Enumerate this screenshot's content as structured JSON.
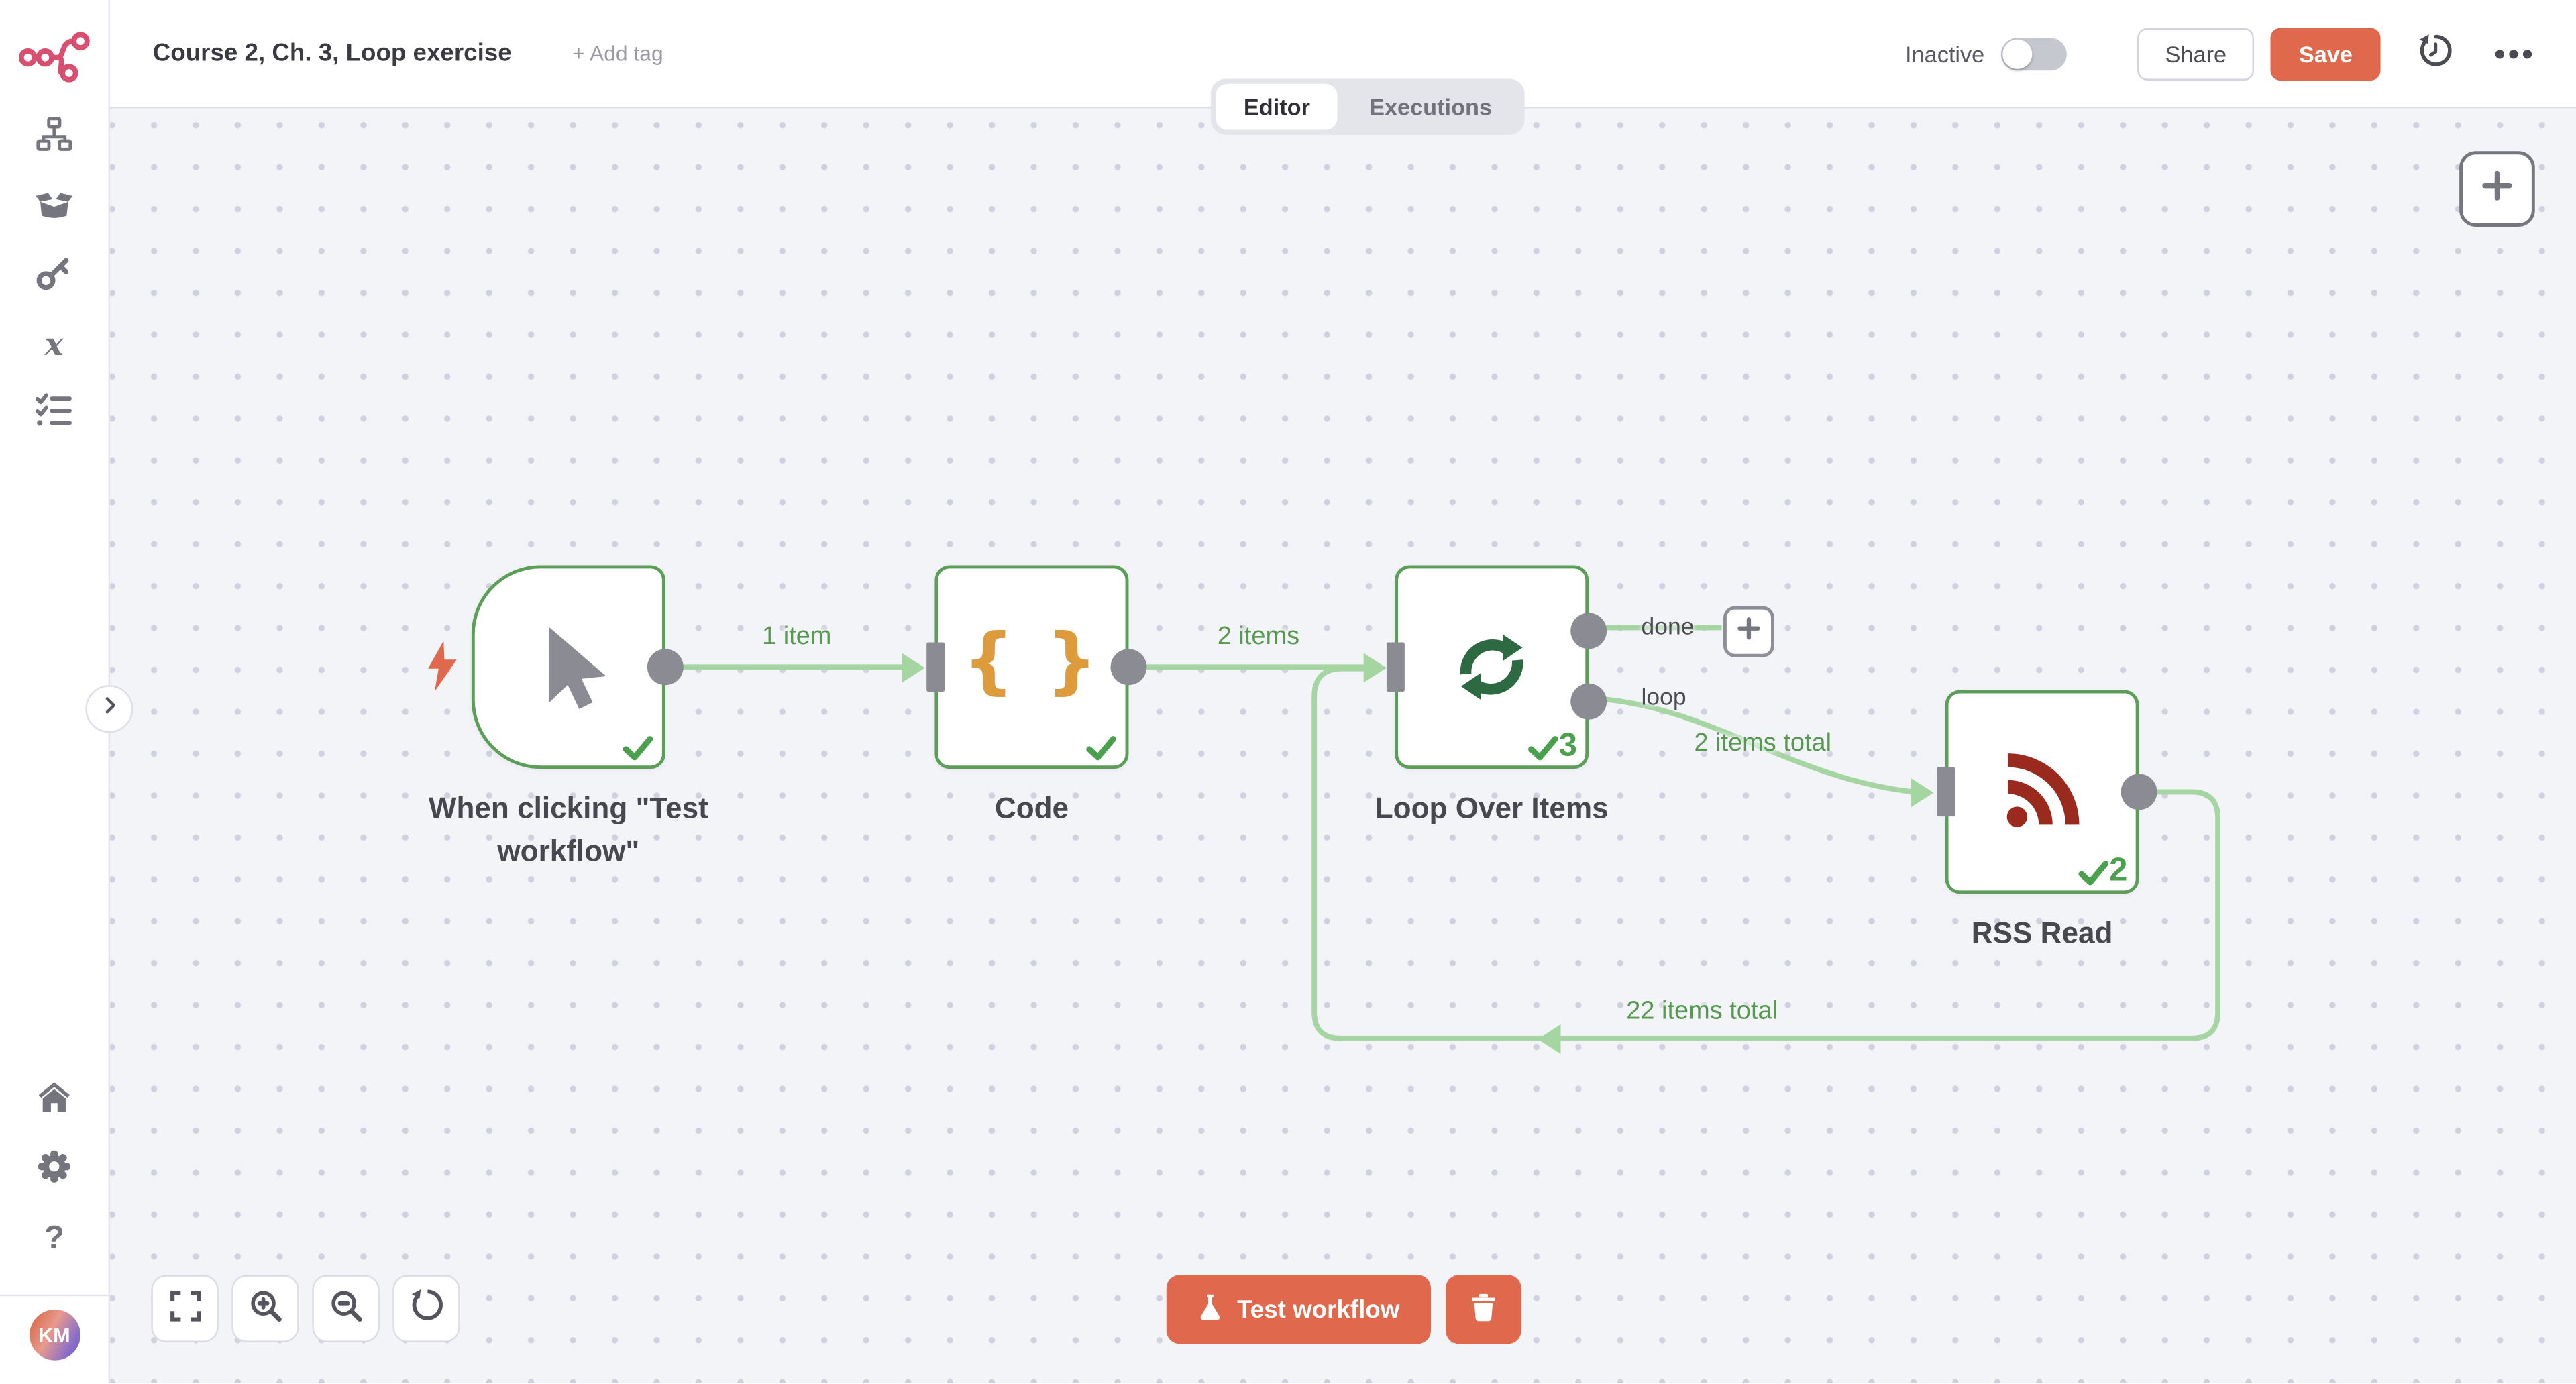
{
  "header": {
    "title": "Course 2, Ch. 3, Loop exercise",
    "add_tag_label": "+ Add tag",
    "tabs": {
      "editor": "Editor",
      "executions": "Executions"
    },
    "activation_label": "Inactive",
    "activation_enabled": false,
    "share_label": "Share",
    "save_label": "Save"
  },
  "sidebar": {
    "avatar_initials": "KM"
  },
  "icons": {
    "code_glyph": "{ }",
    "variables_glyph": "x",
    "help_glyph": "?"
  },
  "workflow": {
    "nodes": [
      {
        "name": "When clicking \"Test workflow\"",
        "type": "manual-trigger",
        "executed": true,
        "items_count": ""
      },
      {
        "name": "Code",
        "type": "code",
        "executed": true,
        "items_count": ""
      },
      {
        "name": "Loop Over Items",
        "type": "loop-over-items",
        "executed": true,
        "items_count": "3",
        "outputs": [
          "done",
          "loop"
        ]
      },
      {
        "name": "RSS Read",
        "type": "rss-read",
        "executed": true,
        "items_count": "2"
      }
    ],
    "connections": [
      {
        "from": "When clicking \"Test workflow\"",
        "to": "Code",
        "label": "1 item"
      },
      {
        "from": "Code",
        "to": "Loop Over Items",
        "label": "2 items"
      },
      {
        "from": "Loop Over Items (loop)",
        "to": "RSS Read",
        "label": "2 items total"
      },
      {
        "from": "RSS Read",
        "to": "Loop Over Items",
        "label": "22 items total"
      }
    ]
  },
  "canvas_actions": {
    "test_workflow_label": "Test workflow"
  },
  "colors": {
    "accent": "#e0684c",
    "node_success_border": "#5b9e57",
    "check_green": "#4aa04d",
    "connection": "#a5d5a1",
    "connection_label": "#56994f",
    "rss_icon": "#9a2a1d",
    "code_icon": "#de9b3b",
    "loop_icon": "#2d6a42",
    "logo": "#d94f70"
  }
}
